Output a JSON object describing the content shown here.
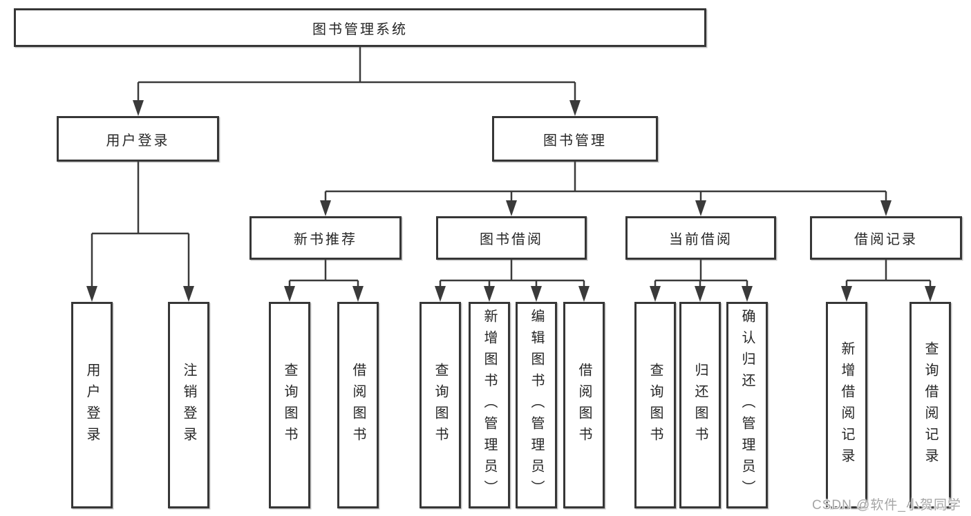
{
  "diagram": {
    "title": "图书管理系统",
    "type": "functional-structure-tree",
    "hierarchy": {
      "root": "图书管理系统",
      "children": [
        {
          "label": "用户登录",
          "children": [
            "用户登录",
            "注销登录"
          ]
        },
        {
          "label": "图书管理",
          "children": [
            {
              "label": "新书推荐",
              "children": [
                "查询图书",
                "借阅图书"
              ]
            },
            {
              "label": "图书借阅",
              "children": [
                "查询图书",
                "新增图书（管理员）",
                "编辑图书（管理员）",
                "借阅图书"
              ]
            },
            {
              "label": "当前借阅",
              "children": [
                "查询图书",
                "归还图书",
                "确认归还（管理员）"
              ]
            },
            {
              "label": "借阅记录",
              "children": [
                "新增借阅记录",
                "查询借阅记录"
              ]
            }
          ]
        }
      ]
    }
  },
  "nodes": {
    "root": "图书管理系统",
    "user_login": "用户登录",
    "book_management": "图书管理",
    "new_books": "新书推荐",
    "book_borrowing": "图书借阅",
    "current_borrowing": "当前借阅",
    "borrowing_records": "借阅记录",
    "leaf_user_login": "用户登录",
    "leaf_logout": "注销登录",
    "leaf_query_books_1": "查询图书",
    "leaf_borrow_books_1": "借阅图书",
    "leaf_query_books_2": "查询图书",
    "leaf_add_books_admin": "新增图书（管理员）",
    "leaf_edit_books_admin": "编辑图书（管理员）",
    "leaf_borrow_books_2": "借阅图书",
    "leaf_query_books_3": "查询图书",
    "leaf_return_books": "归还图书",
    "leaf_confirm_return_admin": "确认归还（管理员）",
    "leaf_add_borrow_record": "新增借阅记录",
    "leaf_query_borrow_record": "查询借阅记录"
  },
  "watermark": "CSDN @软件_小贺同学",
  "colors": {
    "line": "#3a3a3a",
    "box_border": "#363636",
    "text": "#262626",
    "background": "#ffffff",
    "watermark": "#a6a6a6"
  }
}
